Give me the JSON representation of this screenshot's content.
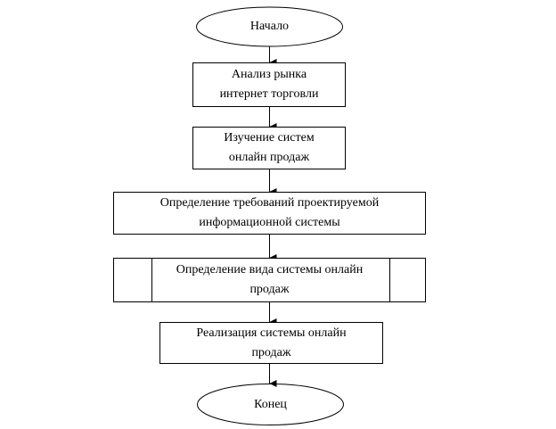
{
  "flowchart": {
    "start": "Начало",
    "steps": [
      "Анализ рынка интернет торговли",
      "Изучение систем онлайн продаж",
      "Определение требований проектируемой информационной системы",
      "Определение вида системы онлайн продаж",
      "Реализация системы онлайн продаж"
    ],
    "end": "Конец"
  }
}
